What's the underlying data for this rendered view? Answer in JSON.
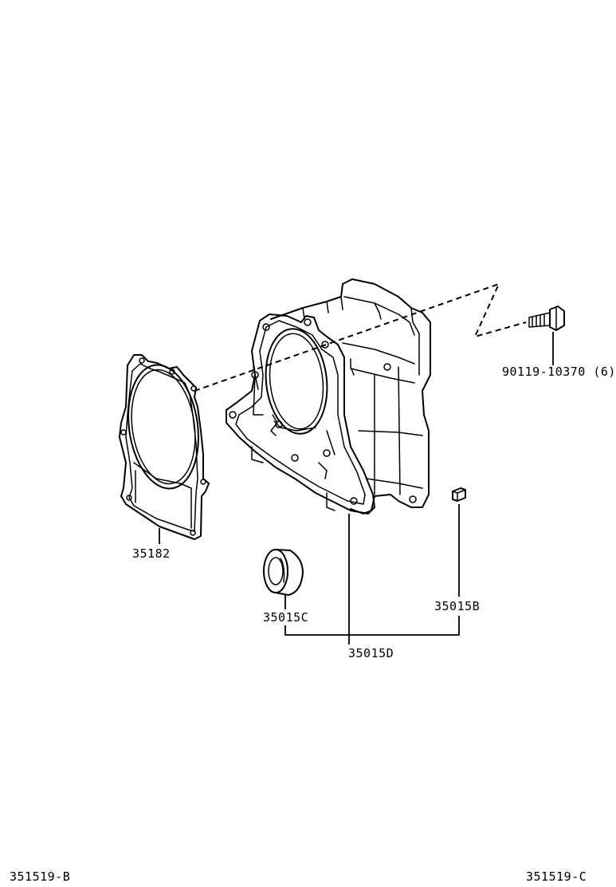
{
  "parts": {
    "bolt": "90119-10370 (6)",
    "gasket": "35182",
    "oil_seal": "35015C",
    "housing": "35015D",
    "pin": "35015B"
  },
  "footer": {
    "left_code": "351519-B",
    "right_code": "351519-C"
  }
}
